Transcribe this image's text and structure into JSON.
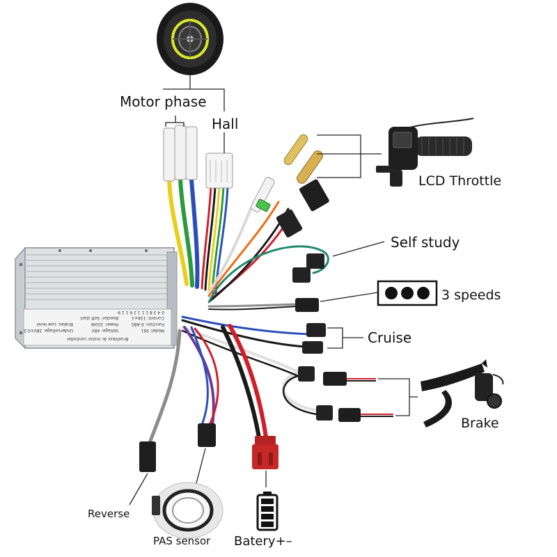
{
  "labels": {
    "motor_phase": "Motor phase",
    "hall": "Hall",
    "lcd_throttle": "LCD Throttle",
    "self_study": "Self study",
    "speeds": "3 speeds",
    "cruise": "Cruise",
    "brake": "Brake",
    "reverse": "Reverse",
    "pas_sensor": "PAS sensor",
    "battery": "Batery+–"
  },
  "controller": {
    "title": "Brushless dc motor controller",
    "specs": [
      "Model: S61",
      "Voltage: 48V",
      "Undervoltage: 38V±0.5",
      "Function: E-ABS",
      "Power: 250W",
      "Brakes: Low level",
      "Current: 13A±1",
      "Booster: Soft start"
    ],
    "serial": "0 4 3 8 1 1 1 2 6 1 1 9"
  },
  "icons": {
    "motor": "hub-motor-wheel-icon",
    "throttle": "lcd-throttle-icon",
    "speeds": "three-speed-switch-icon",
    "brake": "brake-lever-icon",
    "pas": "pas-sensor-icon",
    "battery": "battery-icon"
  },
  "colors": {
    "wire_yellow": "#e8cf1a",
    "wire_green": "#2a9a3c",
    "wire_blue": "#2a4fb8",
    "wire_red": "#d0202a",
    "wire_black": "#1a1a1a",
    "wire_white": "#e6e6e6",
    "wire_orange": "#ee6b14",
    "wire_purple": "#6b3aa0",
    "wire_gray": "#8c8c8c",
    "wire_teal": "#1f8a6d",
    "motor_accent": "#d8e82a",
    "battery_fill": "#111111"
  }
}
